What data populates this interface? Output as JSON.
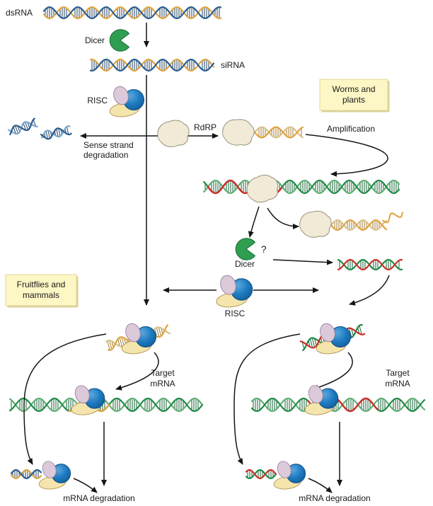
{
  "figure": {
    "description": "RNA interference pathway diagram"
  },
  "labels": {
    "dsrna": "dsRNA",
    "dicer_top": "Dicer",
    "sirna": "siRNA",
    "risc_top": "RISC",
    "rdrp": "RdRP",
    "worms_plants": {
      "line1": "Worms and",
      "line2": "plants"
    },
    "amplification": "Amplification",
    "sense_degradation": {
      "line1": "Sense strand",
      "line2": "degradation"
    },
    "dicer_mid": "Dicer",
    "dicer_question": "?",
    "fruitflies": {
      "line1": "Fruitflies and",
      "line2": "mammals"
    },
    "risc_mid": "RISC",
    "target_mrna_left": {
      "line1": "Target",
      "line2": "mRNA"
    },
    "target_mrna_right": {
      "line1": "Target",
      "line2": "mRNA"
    },
    "mrna_degradation_left": "mRNA degradation",
    "mrna_degradation_right": "mRNA degradation"
  },
  "icons": {
    "dicer": "green-pacman-nuclease",
    "risc": "blue-pink-yellow-protein-complex",
    "rdrp": "cream-polymerase-blob"
  },
  "colors": {
    "strand_blue": "#2b5d8f",
    "strand_blue_light": "#79a8cf",
    "strand_orange": "#e0a33e",
    "strand_tan": "#d8c290",
    "strand_green": "#1f8a45",
    "strand_green_light": "#5fae72",
    "strand_red": "#c9302a",
    "tick_dark": "#24435f",
    "tick_green": "#156234",
    "tick_tan": "#a07c34",
    "dicer_green": "#2f9e51",
    "dicer_edge": "#156b33",
    "risc_blue": "#1d7ac0",
    "risc_blue_edge": "#0f4f82",
    "risc_pink": "#dccadb",
    "risc_pink_edge": "#a08aa2",
    "risc_yellow": "#f4e5ad",
    "risc_yellow_edge": "#b7985a",
    "rdrp_fill": "#f0ead7",
    "rdrp_edge": "#97907d",
    "box_fill": "#fdf7c5",
    "box_border": "#d9cb82",
    "box_shadow": "#dcd3a0",
    "arrow": "#161616",
    "text": "#1a1a1a",
    "background": "#ffffff"
  }
}
